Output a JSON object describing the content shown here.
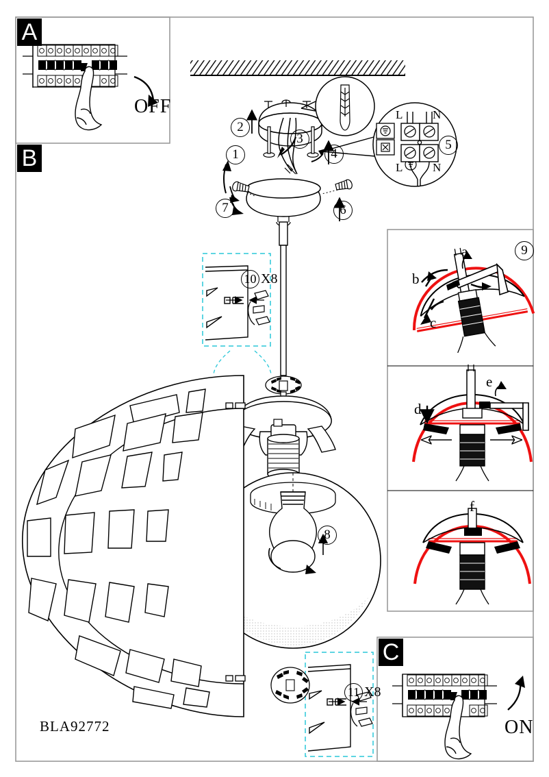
{
  "document": {
    "model_number": "BLA92772",
    "type": "lighting-fixture-installation-instructions"
  },
  "panels": [
    {
      "id": "A",
      "label": "A",
      "caption": "OFF",
      "description": "switch circuit breaker off"
    },
    {
      "id": "B",
      "label": "B",
      "caption": "",
      "description": "main assembly exploded view"
    },
    {
      "id": "C",
      "label": "C",
      "caption": "ON",
      "description": "switch circuit breaker on"
    }
  ],
  "steps": [
    {
      "num": "1"
    },
    {
      "num": "2"
    },
    {
      "num": "3"
    },
    {
      "num": "4"
    },
    {
      "num": "5"
    },
    {
      "num": "6"
    },
    {
      "num": "7"
    },
    {
      "num": "8"
    },
    {
      "num": "9"
    }
  ],
  "callouts": [
    {
      "num": "10",
      "qty": "X8"
    },
    {
      "num": "11",
      "qty": "X8"
    }
  ],
  "sub_steps": [
    {
      "key": "a"
    },
    {
      "key": "b"
    },
    {
      "key": "c"
    },
    {
      "key": "d"
    },
    {
      "key": "e"
    },
    {
      "key": "f"
    }
  ],
  "terminal_block": {
    "top_left": "L",
    "top_right": "N",
    "bottom_left": "L",
    "bottom_right": "N"
  },
  "colors": {
    "line": "#000000",
    "accent_red": "#ee1111",
    "dashed_cyan": "#29c7d8",
    "border_gray": "#9a9a9a",
    "panel_tag_bg": "#000000",
    "panel_tag_fg": "#ffffff"
  }
}
